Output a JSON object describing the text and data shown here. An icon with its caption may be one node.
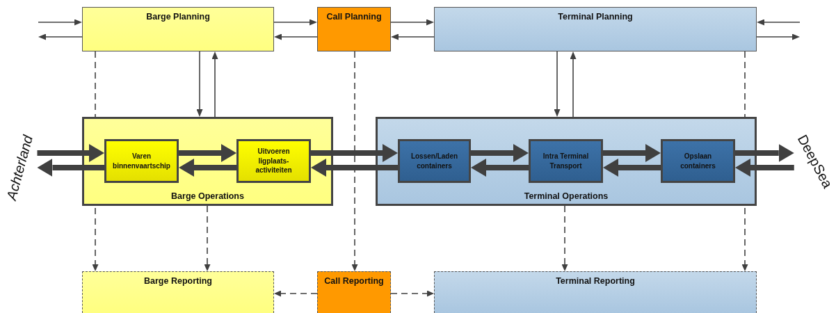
{
  "diagram": {
    "nodes": [
      {
        "text": [
          "Barge Planning"
        ]
      },
      {
        "text": [
          "Call Planning"
        ]
      },
      {
        "text": [
          "Terminal Planning"
        ]
      },
      {
        "text": [
          "Barge Operations"
        ]
      },
      {
        "text": [
          "Varen binnenvaartschip"
        ],
        "in": 3
      },
      {
        "text": [
          "Uitvoeren ligplaats-activiteiten"
        ],
        "in": 3
      },
      {
        "text": [
          "Terminal Operations"
        ]
      },
      {
        "text": [
          "Lossen/Laden containers"
        ],
        "in": 6
      },
      {
        "text": [
          "Intra Terminal Transport"
        ],
        "in": 6
      },
      {
        "text": [
          "Opslaan containers"
        ],
        "in": 6
      },
      {
        "text": [
          "Barge Reporting"
        ]
      },
      {
        "text": [
          "Call Reporting"
        ]
      },
      {
        "text": [
          "Terminal Reporting"
        ]
      },
      {
        "text": [
          "Achterland"
        ]
      },
      {
        "text": [
          "DeepSea"
        ]
      }
    ],
    "edges": [
      {
        "from": null,
        "to": 0,
        "arrow": "to"
      },
      {
        "from": 0,
        "to": null,
        "arrow": "to"
      },
      {
        "from": 0,
        "to": 1,
        "arrow": "to"
      },
      {
        "from": 1,
        "to": 0,
        "arrow": "to"
      },
      {
        "from": 1,
        "to": 2,
        "arrow": "to"
      },
      {
        "from": 2,
        "to": 1,
        "arrow": "to"
      },
      {
        "from": null,
        "to": 2,
        "arrow": "to"
      },
      {
        "from": 2,
        "to": null,
        "arrow": "to"
      },
      {
        "from": 0,
        "to": 3,
        "arrow": "to"
      },
      {
        "from": 3,
        "to": 0,
        "arrow": "to"
      },
      {
        "from": 2,
        "to": 6,
        "arrow": "to"
      },
      {
        "from": 6,
        "to": 2,
        "arrow": "to"
      },
      {
        "from": 0,
        "to": 10,
        "arrow": "to",
        "style": "dashed"
      },
      {
        "from": 3,
        "to": 10,
        "arrow": "to",
        "style": "dashed"
      },
      {
        "from": 1,
        "to": 11,
        "arrow": "to",
        "style": "dashed"
      },
      {
        "from": 6,
        "to": 12,
        "arrow": "to",
        "style": "dashed"
      },
      {
        "from": 2,
        "to": 12,
        "arrow": "to",
        "style": "dashed"
      },
      {
        "from": 11,
        "to": 10,
        "arrow": "to",
        "style": "dashed"
      },
      {
        "from": 11,
        "to": 12,
        "arrow": "to",
        "style": "dashed"
      },
      {
        "from": 13,
        "to": 4,
        "arrow": "to",
        "style": "thick"
      },
      {
        "from": 4,
        "to": 13,
        "arrow": "to",
        "style": "thick"
      },
      {
        "from": 4,
        "to": 5,
        "arrow": "to",
        "style": "thick"
      },
      {
        "from": 5,
        "to": 4,
        "arrow": "to",
        "style": "thick"
      },
      {
        "from": 5,
        "to": 7,
        "arrow": "to",
        "style": "thick"
      },
      {
        "from": 7,
        "to": 5,
        "arrow": "to",
        "style": "thick"
      },
      {
        "from": 7,
        "to": 8,
        "arrow": "to",
        "style": "thick"
      },
      {
        "from": 8,
        "to": 7,
        "arrow": "to",
        "style": "thick"
      },
      {
        "from": 8,
        "to": 9,
        "arrow": "to",
        "style": "thick"
      },
      {
        "from": 9,
        "to": 8,
        "arrow": "to",
        "style": "thick"
      },
      {
        "from": 9,
        "to": 14,
        "arrow": "to",
        "style": "thick"
      },
      {
        "from": 14,
        "to": 9,
        "arrow": "to",
        "style": "thick"
      }
    ]
  }
}
